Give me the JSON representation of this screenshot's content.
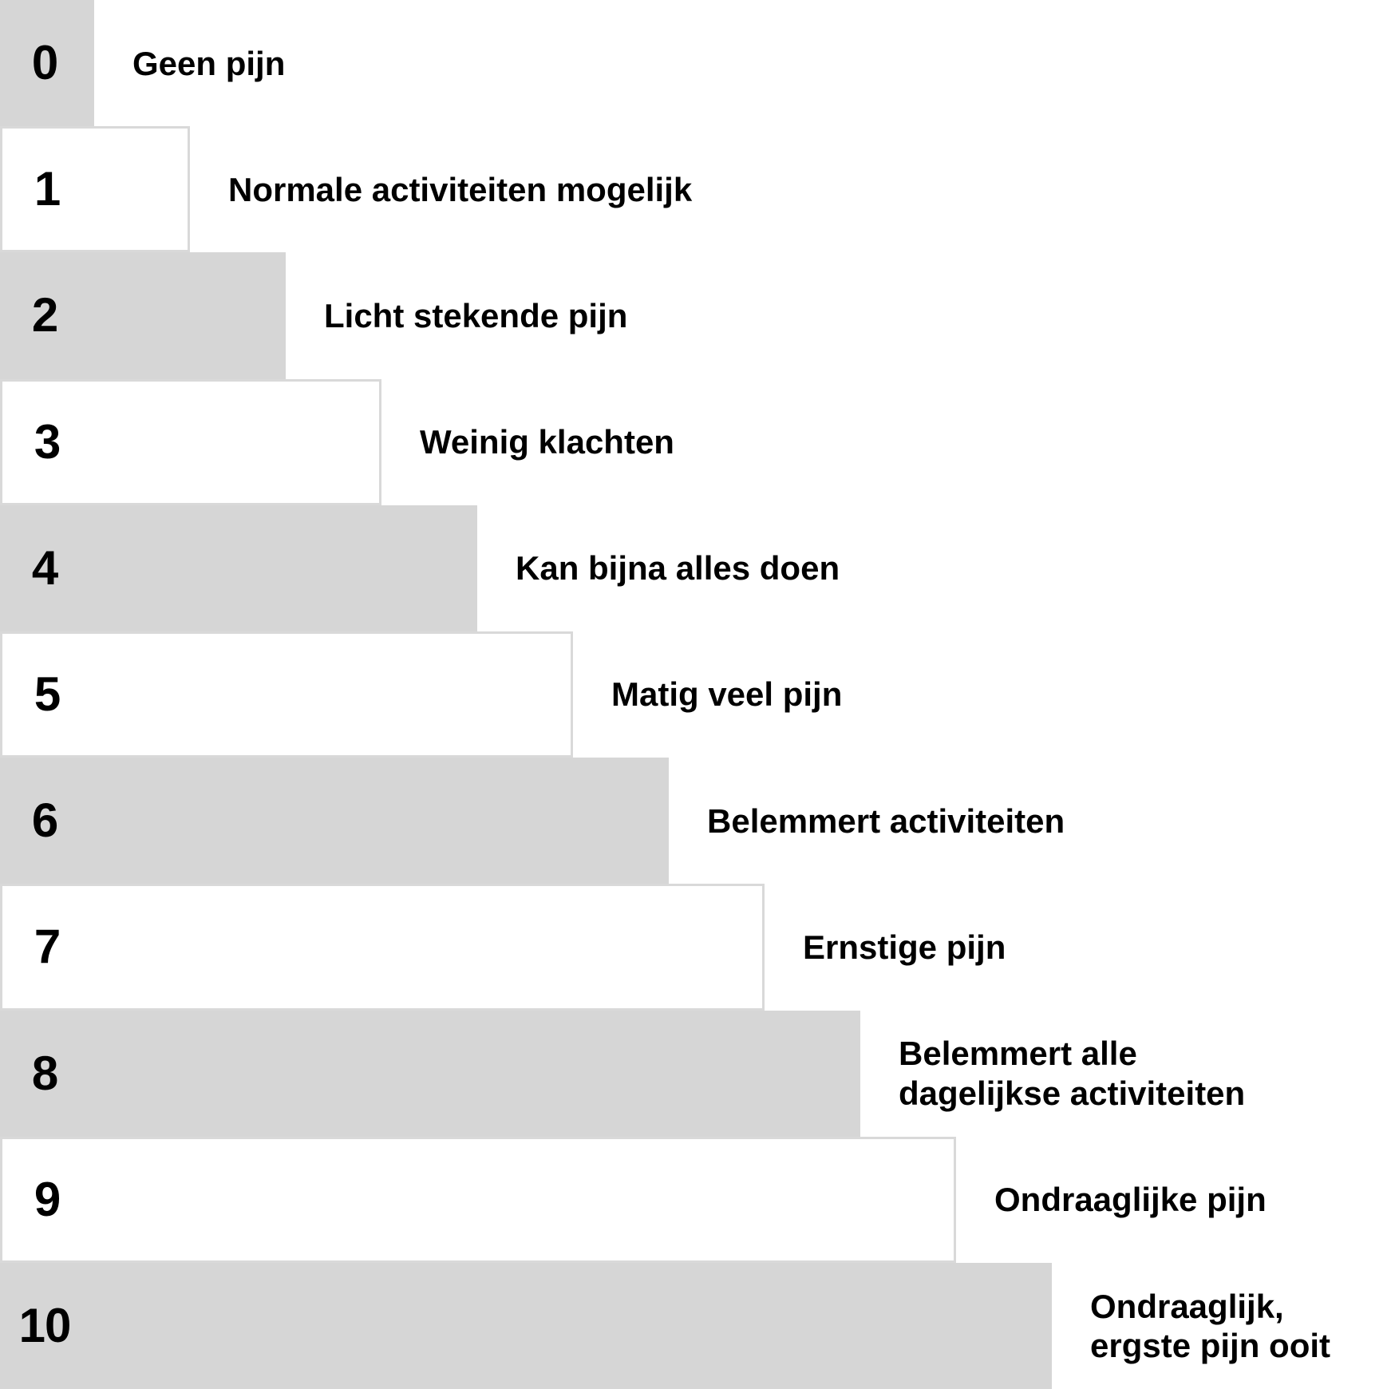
{
  "title": "pain-rating-scale",
  "colors": {
    "background": "#ffffff",
    "bar_shaded_fill": "#d6d6d6",
    "bar_plain_fill": "#ffffff",
    "bar_border": "#d9d9d9",
    "text": "#000000"
  },
  "scale": {
    "rows": [
      {
        "value": "0",
        "label": "Geen pijn",
        "shaded": true
      },
      {
        "value": "1",
        "label": "Normale activiteiten mogelijk",
        "shaded": false
      },
      {
        "value": "2",
        "label": "Licht stekende pijn",
        "shaded": true
      },
      {
        "value": "3",
        "label": "Weinig klachten",
        "shaded": false
      },
      {
        "value": "4",
        "label": "Kan bijna alles doen",
        "shaded": true
      },
      {
        "value": "5",
        "label": "Matig veel pijn",
        "shaded": false
      },
      {
        "value": "6",
        "label": "Belemmert activiteiten",
        "shaded": true
      },
      {
        "value": "7",
        "label": "Ernstige pijn",
        "shaded": false
      },
      {
        "value": "8",
        "label": "Belemmert alle\ndagelijkse activiteiten",
        "shaded": true
      },
      {
        "value": "9",
        "label": "Ondraaglijke pijn",
        "shaded": false
      },
      {
        "value": "10",
        "label": "Ondraaglijk,\nergste pijn ooit",
        "shaded": true
      }
    ]
  },
  "chart_data": {
    "type": "bar",
    "orientation": "horizontal",
    "categories": [
      "0",
      "1",
      "2",
      "3",
      "4",
      "5",
      "6",
      "7",
      "8",
      "9",
      "10"
    ],
    "values": [
      1,
      2,
      3,
      4,
      5,
      6,
      7,
      8,
      9,
      10,
      11
    ],
    "value_meaning": "relative bar width in equal steps (pain score + 1)",
    "bar_labels": [
      "Geen pijn",
      "Normale activiteiten mogelijk",
      "Licht stekende pijn",
      "Weinig klachten",
      "Kan bijna alles doen",
      "Matig veel pijn",
      "Belemmert activiteiten",
      "Ernstige pijn",
      "Belemmert alle dagelijkse activiteiten",
      "Ondraaglijke pijn",
      "Ondraaglijk, ergste pijn ooit"
    ],
    "title": "",
    "xlabel": "",
    "ylabel": "",
    "grid": false,
    "legend": false
  }
}
